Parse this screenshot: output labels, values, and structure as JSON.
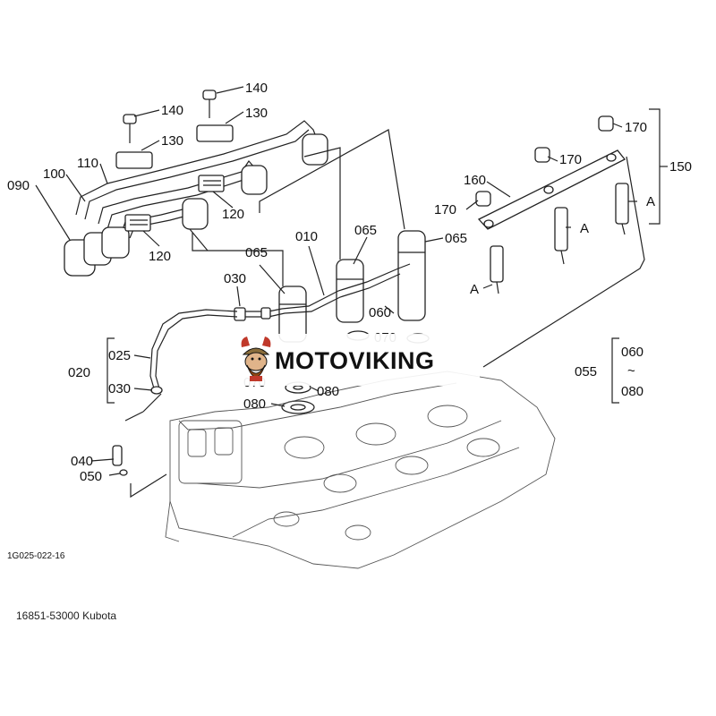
{
  "labels": {
    "p140a": "140",
    "p140b": "140",
    "p130a": "130",
    "p130b": "130",
    "p110": "110",
    "p100": "100",
    "p090": "090",
    "p120a": "120",
    "p120b": "120",
    "p065a": "065",
    "p065b": "065",
    "p065c": "065",
    "p010": "010",
    "p030a": "030",
    "p030b": "030",
    "p060": "060",
    "p070a": "070",
    "p070b": "070",
    "p080a": "080",
    "p080b": "080",
    "p025": "025",
    "p020": "020",
    "p040": "040",
    "p050": "050",
    "p160": "160",
    "p170a": "170",
    "p170b": "170",
    "p170c": "170",
    "p150": "150",
    "pA1": "A",
    "pA2": "A",
    "pA3": "A",
    "p055": "055",
    "p060r": "060",
    "ptilde": "~",
    "p080r": "080"
  },
  "drawing_code": "1G025-022-16",
  "part_caption": "16851-53000 Kubota",
  "watermark": {
    "text": "MOTOVIKING",
    "icon": "viking-mascot-icon"
  },
  "colors": {
    "line": "#222222",
    "brand_text": "#111111",
    "mascot_accent": "#c0392b"
  }
}
